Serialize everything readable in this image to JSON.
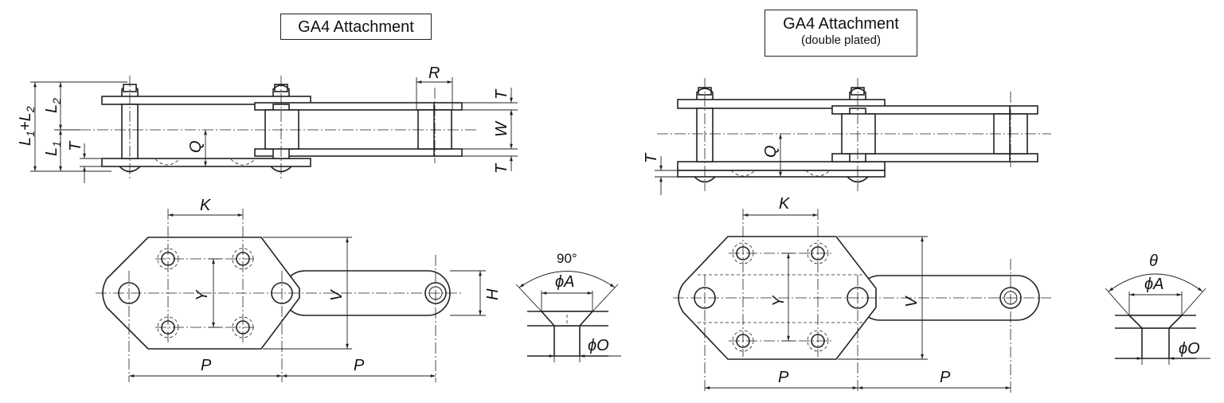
{
  "titles": {
    "left": {
      "main": "GA4 Attachment"
    },
    "right": {
      "main": "GA4 Attachment",
      "sub": "(double plated)"
    }
  },
  "labels": {
    "L1L2": "L",
    "L1L2_s1": "1",
    "L1L2_plus": "+L",
    "L1L2_s2": "2",
    "L2": "L",
    "L2_s": "2",
    "L1": "L",
    "L1_s": "1",
    "T": "T",
    "Q": "Q",
    "R": "R",
    "W": "W",
    "K": "K",
    "Y": "Y",
    "V": "V",
    "H": "H",
    "P": "P",
    "angle_left": "90°",
    "angle_right": "θ",
    "phiA": "ϕA",
    "phiO": "ϕO"
  }
}
